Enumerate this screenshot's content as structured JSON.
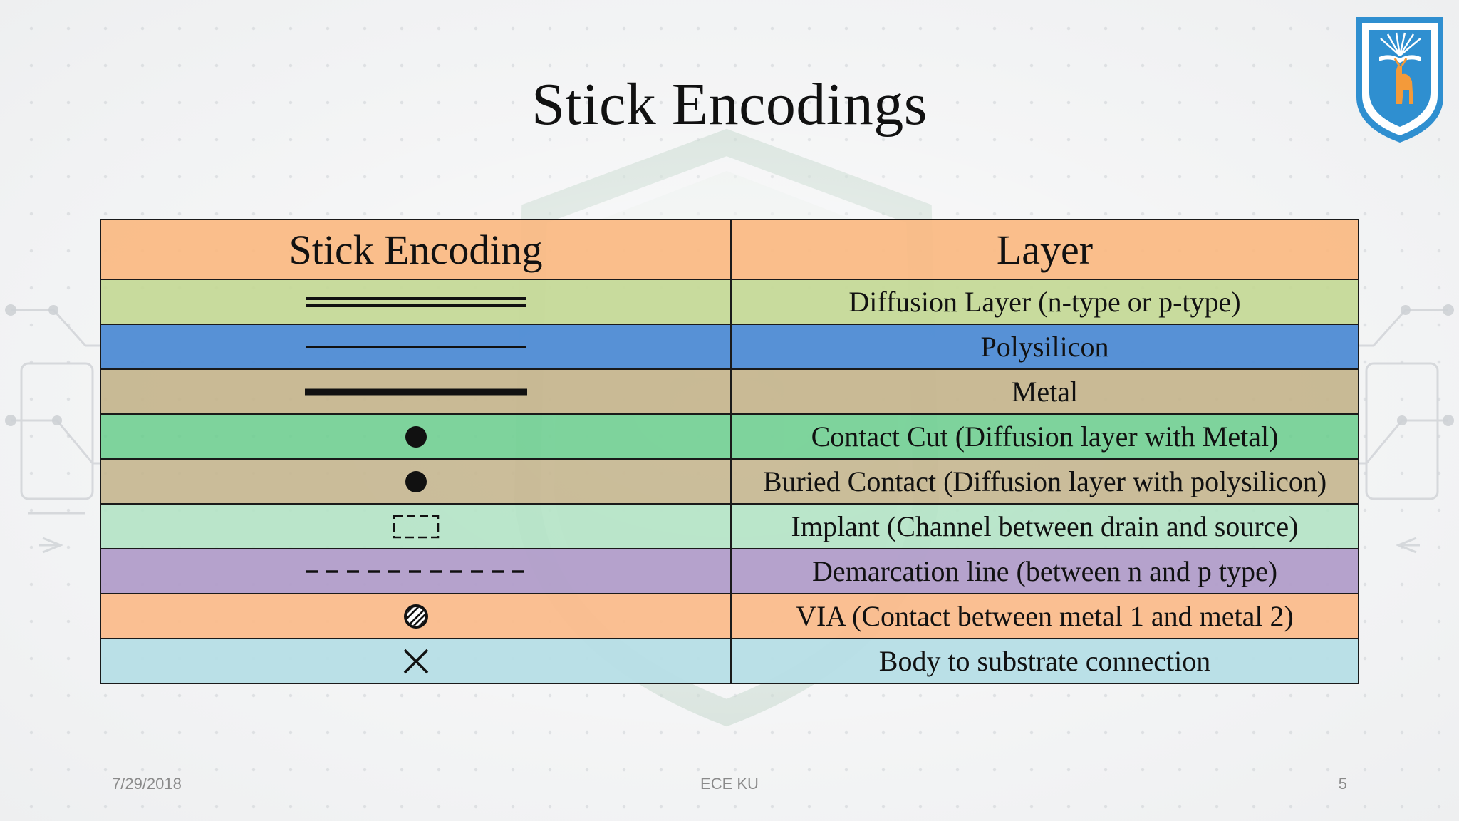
{
  "slide": {
    "title": "Stick Encodings"
  },
  "table": {
    "headers": [
      "Stick Encoding",
      "Layer"
    ],
    "rows": [
      {
        "symbol": "double-line",
        "layer": "Diffusion Layer (n-type or p-type)",
        "color": "#c4d896"
      },
      {
        "symbol": "thin-line",
        "layer": "Polysilicon",
        "color": "#508cd4"
      },
      {
        "symbol": "thick-line",
        "layer": "Metal",
        "color": "#c4b48c"
      },
      {
        "symbol": "filled-dot",
        "layer": "Contact Cut (Diffusion layer with Metal)",
        "color": "#69cd8c"
      },
      {
        "symbol": "filled-dot",
        "layer": "Buried Contact (Diffusion layer with polysilicon)",
        "color": "#c4b48c"
      },
      {
        "symbol": "dashed-rectangle",
        "layer": "Implant (Channel between drain and source)",
        "color": "#b2e2c4"
      },
      {
        "symbol": "dashed-line",
        "layer": "Demarcation line (between n and p type)",
        "color": "#b29eca"
      },
      {
        "symbol": "hatched-circle",
        "layer": "VIA (Contact between metal 1 and metal 2)",
        "color": "#fabc8c"
      },
      {
        "symbol": "cross",
        "layer": "Body to substrate connection",
        "color": "#b6dee6"
      }
    ]
  },
  "footer": {
    "date": "7/29/2018",
    "center": "ECE KU",
    "page": "5"
  },
  "logo": {
    "icon": "university-emblem-icon",
    "colors": {
      "border": "#2f8fd0",
      "accent": "#f39a3a"
    }
  }
}
